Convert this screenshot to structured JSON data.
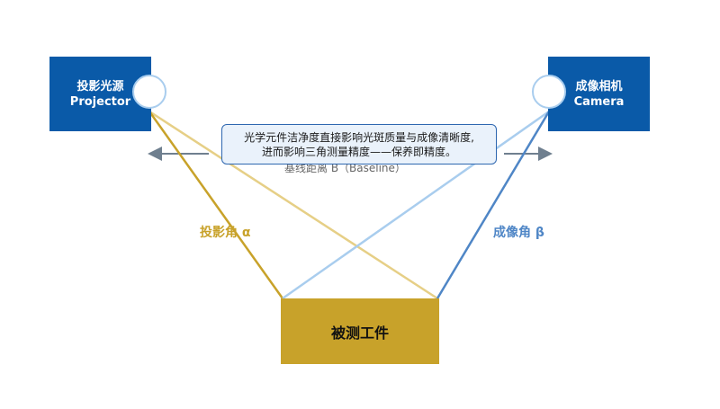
{
  "projector": {
    "line1": "投影光源",
    "line2": "Projector"
  },
  "camera": {
    "line1": "成像相机",
    "line2": "Camera"
  },
  "workpiece": {
    "label": "被测工件"
  },
  "angles": {
    "alpha": "投影角 α",
    "beta": "成像角 β"
  },
  "baseline": {
    "label": "基线距离 B（Baseline）"
  },
  "callout": {
    "line1": "光学元件洁净度直接影响光斑质量与成像清晰度,",
    "line2": "进而影响三角测量精度——保养即精度。"
  },
  "colors": {
    "box_blue": "#0a5aa8",
    "workpiece_gold": "#c8a22a",
    "projector_beam": "#c8a22a",
    "projector_beam_light": "#e6cf86",
    "camera_ray": "#4f86c6",
    "camera_ray_light": "#a9cdee",
    "baseline_arrow": "#6f7f8f"
  }
}
